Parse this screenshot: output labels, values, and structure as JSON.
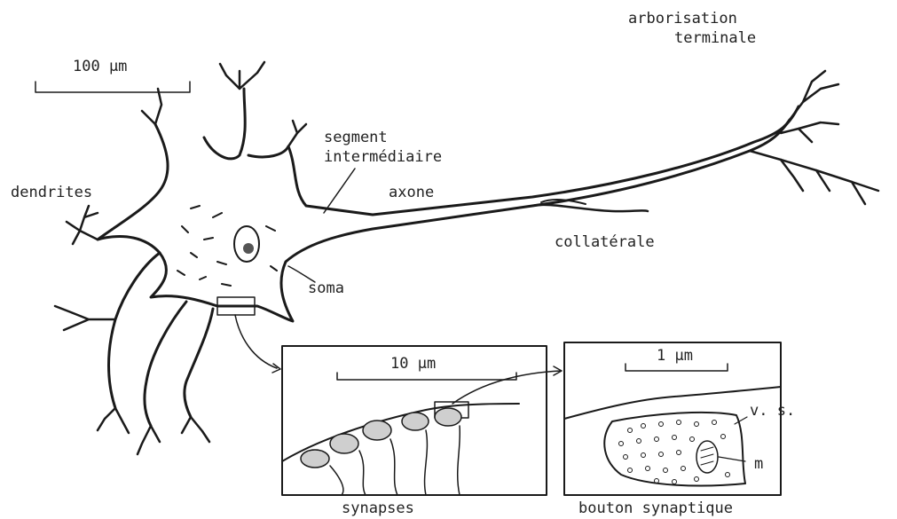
{
  "colors": {
    "ink": "#1a1a1a",
    "paper": "#ffffff"
  },
  "labels": {
    "scale_main": "100 µm",
    "dendrites": "dendrites",
    "segment_line1": "segment",
    "segment_line2": "intermédiaire",
    "axone": "axone",
    "arbor_line1": "arborisation",
    "arbor_line2": "terminale",
    "collaterale": "collatérale",
    "soma": "soma",
    "scale_inset1": "10 µm",
    "scale_inset2": "1 µm",
    "synapses": "synapses",
    "bouton": "bouton synaptique",
    "vs": "v. s.",
    "m": "m"
  }
}
